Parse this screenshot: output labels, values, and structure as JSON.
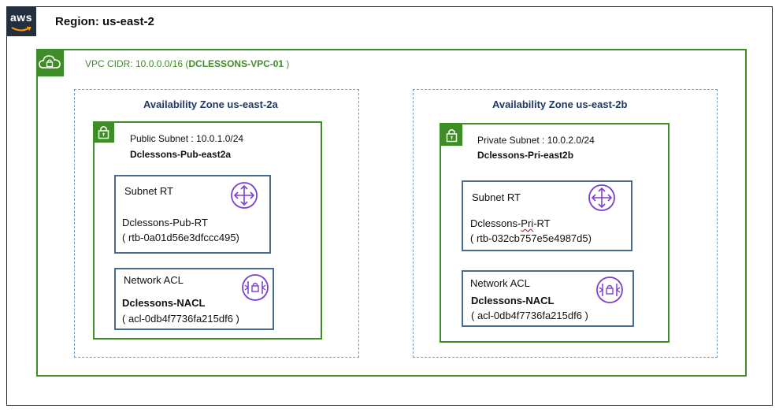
{
  "region": {
    "logo_text": "aws",
    "title": "Region: us-east-2"
  },
  "vpc": {
    "cidr_label": "VPC CIDR: 10.0.0.0/16  (",
    "name": "DCLESSONS-VPC-01",
    "close": " )"
  },
  "zones": [
    {
      "title": "Availability Zone  us-east-2a",
      "subnet": {
        "line1": "Public Subnet : 10.0.1.0/24",
        "name": "Dclessons-Pub-east2a",
        "route_table": {
          "title": "Subnet RT",
          "name": "Dclessons-Pub-RT",
          "id": "(  rtb-0a01d56e3dfccc495)"
        },
        "acl": {
          "title": "Network ACL",
          "name": "Dclessons-NACL",
          "id": "( acl-0db4f7736fa215df6 )"
        }
      }
    },
    {
      "title": "Availability Zone  us-east-2b",
      "subnet": {
        "line1": "Private Subnet : 10.0.2.0/24",
        "name": "Dclessons-Pri-east2b",
        "route_table": {
          "title": "Subnet RT",
          "name_prefix": "Dclessons-",
          "name_mid": "Pri",
          "name_suffix": "-RT",
          "id": "( rtb-032cb757e5e4987d5)"
        },
        "acl": {
          "title": "Network ACL",
          "name": "Dclessons-NACL",
          "id": "( acl-0db4f7736fa215df6 )"
        }
      }
    }
  ],
  "colors": {
    "vpc_green": "#3f8d27",
    "aws_dark": "#232f3e",
    "az_dash": "#6d9dc5",
    "az_title": "#1f3864",
    "card_border": "#4a6c8c",
    "icon_purple": "#7b3fd4"
  },
  "icons": [
    "cloud-lock-icon",
    "lock-icon",
    "router-icon",
    "network-acl-icon"
  ]
}
